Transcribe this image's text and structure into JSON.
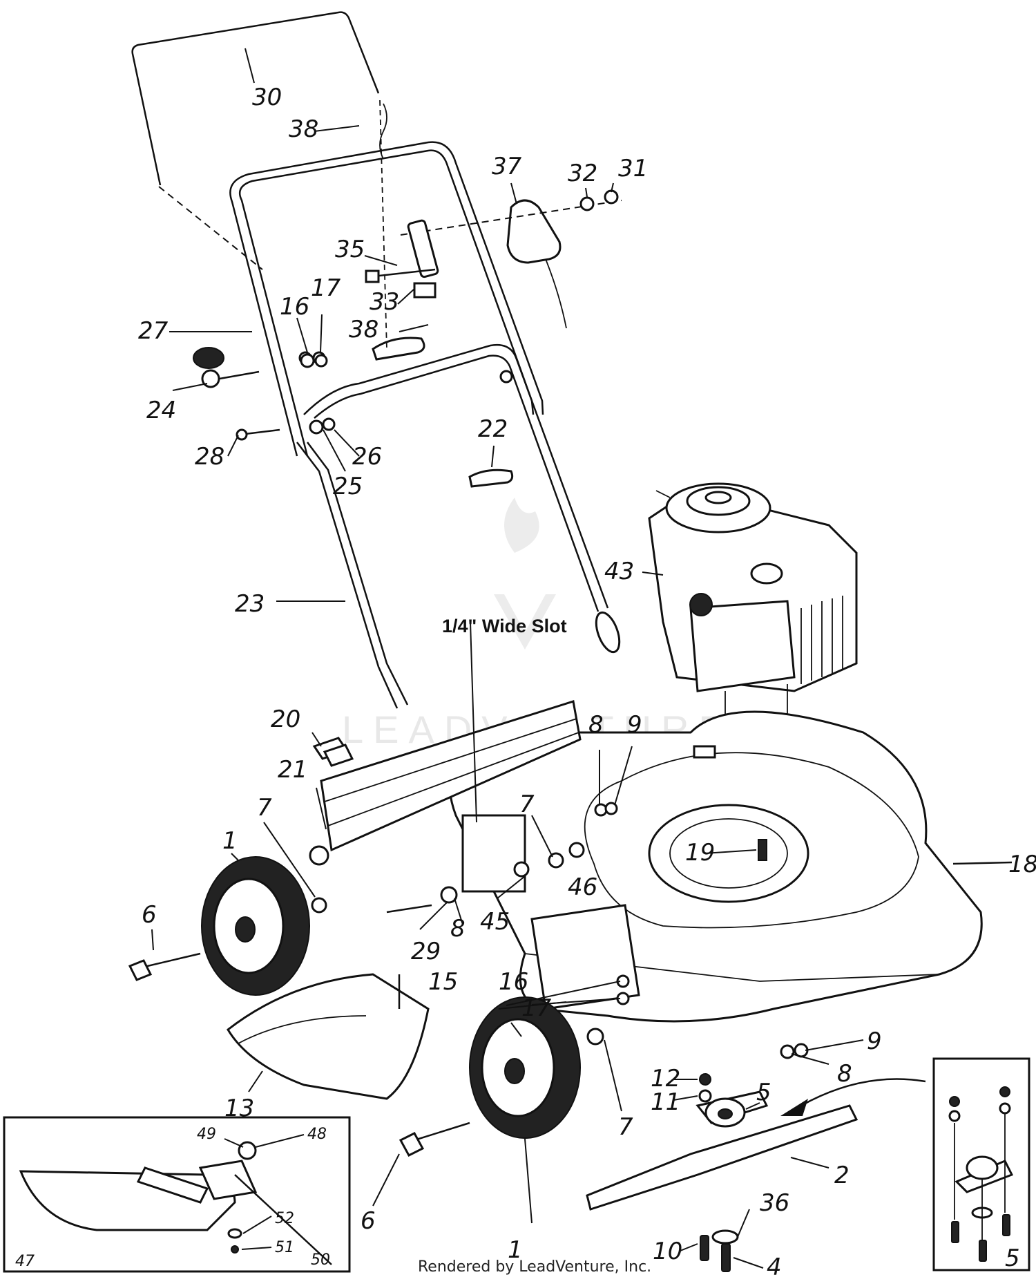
{
  "callouts": {
    "c30": "30",
    "c38a": "38",
    "c37": "37",
    "c32": "32",
    "c31": "31",
    "c35": "35",
    "c33": "33",
    "c38b": "38",
    "c27": "27",
    "c16a": "16",
    "c17a": "17",
    "c24": "24",
    "c28": "28",
    "c25": "25",
    "c26": "26",
    "c22": "22",
    "c43": "43",
    "c23": "23",
    "c20": "20",
    "c21": "21",
    "c8a": "8",
    "c9a": "9",
    "c7a": "7",
    "c7b": "7",
    "c1a": "1",
    "c19": "19",
    "c18": "18",
    "c46": "46",
    "c45": "45",
    "c6a": "6",
    "c29": "29",
    "c8b": "8",
    "c15": "15",
    "c16b": "16",
    "c17b": "17",
    "c9b": "9",
    "c8c": "8",
    "c13": "13",
    "c12": "12",
    "c11": "11",
    "c5a": "5",
    "c7c": "7",
    "c2": "2",
    "c6b": "6",
    "c36": "36",
    "c1b": "1",
    "c10": "10",
    "c4": "4",
    "c5b": "5",
    "c49": "49",
    "c48": "48",
    "c52": "52",
    "c51": "51",
    "c50": "50",
    "c47": "47"
  },
  "note_slot": "1/4\" Wide Slot",
  "watermark": "LEADVENTURE",
  "footer": "Rendered by LeadVenture, Inc."
}
